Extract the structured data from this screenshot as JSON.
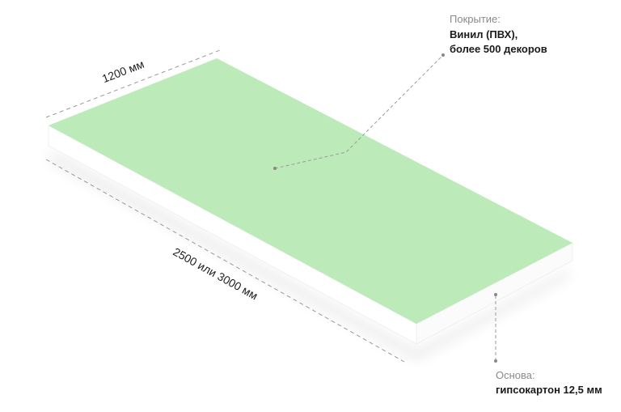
{
  "dimensions": {
    "width_label": "1200 мм",
    "length_label": "2500 или 3000 мм"
  },
  "callouts": {
    "coating": {
      "title": "Покрытие:",
      "line1": "Винил (ПВХ),",
      "line2": "более 500 декоров"
    },
    "base": {
      "title": "Основа:",
      "line1": "гипсокартон 12,5 мм"
    }
  },
  "colors": {
    "top_face": "#bdeab9",
    "side_face": "#ffffff",
    "leader": "#9a9a9a"
  }
}
